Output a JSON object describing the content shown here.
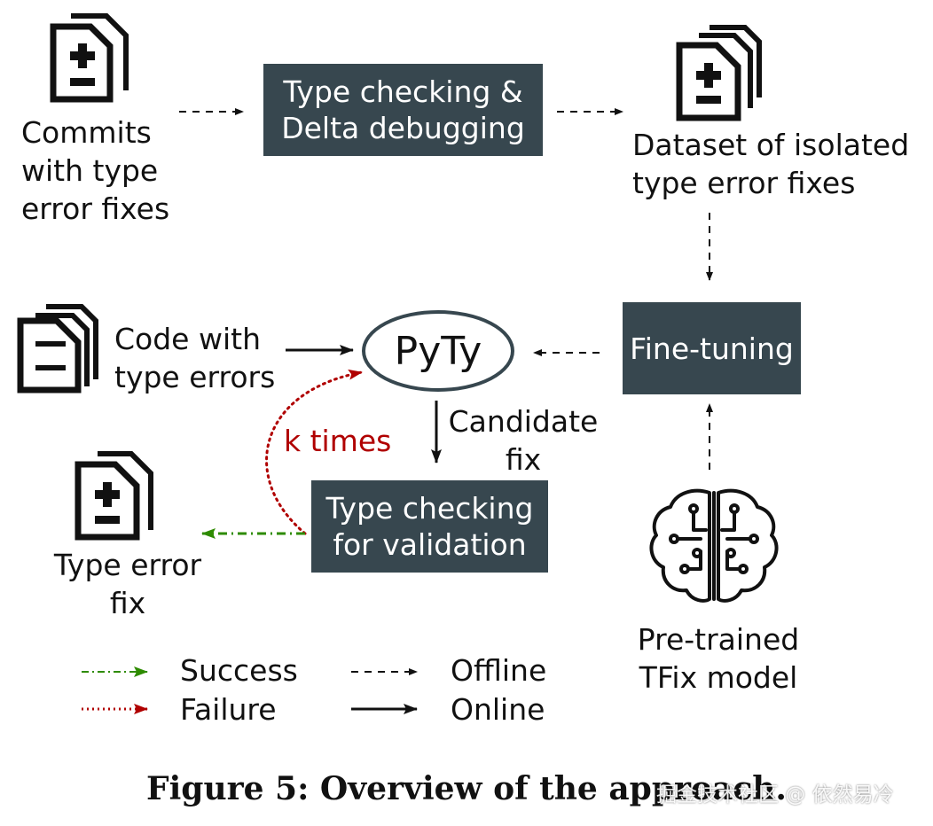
{
  "nodes": {
    "commits": {
      "lines": [
        "Commits",
        "with type",
        "error fixes"
      ]
    },
    "type_checking_delta": {
      "lines": [
        "Type checking &",
        "Delta debugging"
      ]
    },
    "dataset": {
      "lines": [
        "Dataset of isolated",
        "type error fixes"
      ]
    },
    "code_with_errors": {
      "lines": [
        "Code with",
        "type errors"
      ]
    },
    "pyty": {
      "label": "PyTy"
    },
    "fine_tuning": {
      "label": "Fine-tuning"
    },
    "candidate_fix": {
      "lines": [
        "Candidate",
        "fix"
      ]
    },
    "k_times": {
      "label": "k times"
    },
    "type_checking_validation": {
      "lines": [
        "Type checking",
        "for validation"
      ]
    },
    "type_error_fix": {
      "lines": [
        "Type error",
        "fix"
      ]
    },
    "pretrained_model": {
      "lines": [
        "Pre-trained",
        "TFix model"
      ]
    }
  },
  "legend": {
    "success": "Success",
    "failure": "Failure",
    "offline": "Offline",
    "online": "Online"
  },
  "caption": "Figure 5: Overview of the approach.",
  "watermark": "掘金技术社区 @ 依然易冷",
  "colors": {
    "box_fill": "#37474f",
    "box_text": "#ffffff",
    "success_arrow": "#2e8b00",
    "failure_arrow": "#b00000",
    "k_times_text": "#b00000"
  },
  "icons": [
    "document-plus-minus-icon",
    "document-stack-plus-minus-icon",
    "document-stack-lines-icon",
    "document-plus-minus-icon",
    "ai-brain-circuit-icon"
  ]
}
